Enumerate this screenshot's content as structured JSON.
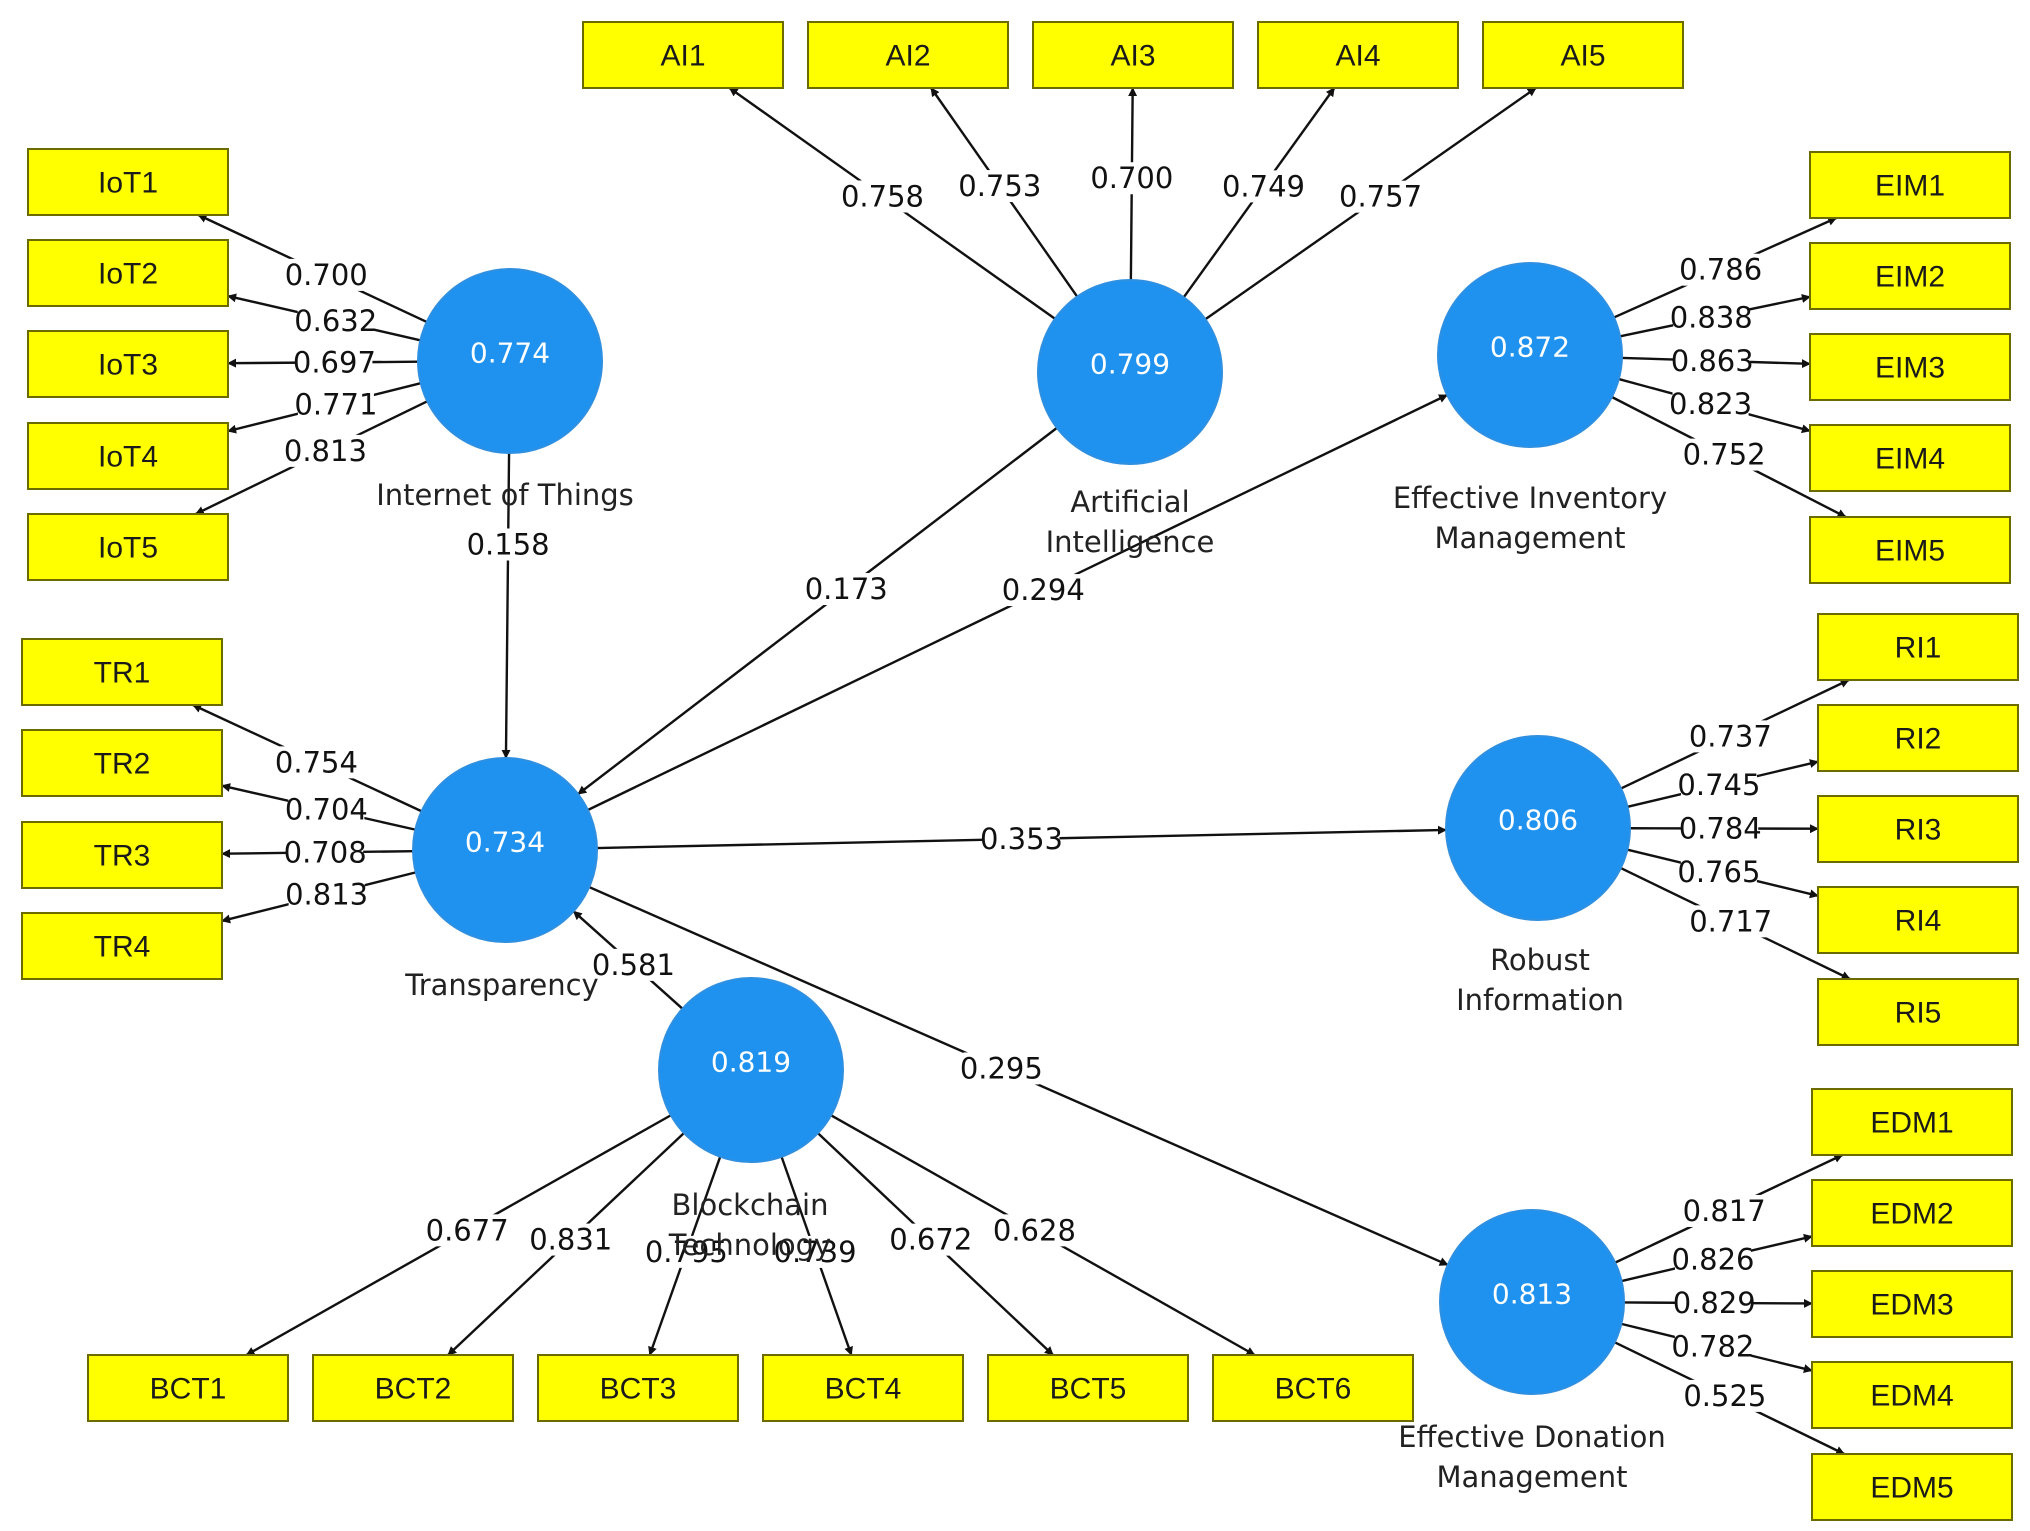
{
  "latents": [
    {
      "id": "IoT",
      "name": [
        "Internet of Things"
      ],
      "value": "0.774"
    },
    {
      "id": "AI",
      "name": [
        "Artificial",
        "Intelligence"
      ],
      "value": "0.799"
    },
    {
      "id": "EIM",
      "name": [
        "Effective Inventory",
        "Management"
      ],
      "value": "0.872"
    },
    {
      "id": "TR",
      "name": [
        "Transparency"
      ],
      "value": "0.734"
    },
    {
      "id": "RI",
      "name": [
        "Robust",
        "Information"
      ],
      "value": "0.806"
    },
    {
      "id": "BCT",
      "name": [
        "Blockchain",
        "Technology"
      ],
      "value": "0.819"
    },
    {
      "id": "EDM",
      "name": [
        "Effective Donation",
        "Management"
      ],
      "value": "0.813"
    }
  ],
  "indicators": [
    {
      "id": "AI1",
      "label": "AI1",
      "latent": "AI",
      "loading": "0.758"
    },
    {
      "id": "AI2",
      "label": "AI2",
      "latent": "AI",
      "loading": "0.753"
    },
    {
      "id": "AI3",
      "label": "AI3",
      "latent": "AI",
      "loading": "0.700"
    },
    {
      "id": "AI4",
      "label": "AI4",
      "latent": "AI",
      "loading": "0.749"
    },
    {
      "id": "AI5",
      "label": "AI5",
      "latent": "AI",
      "loading": "0.757"
    },
    {
      "id": "IoT1",
      "label": "IoT1",
      "latent": "IoT",
      "loading": "0.700"
    },
    {
      "id": "IoT2",
      "label": "IoT2",
      "latent": "IoT",
      "loading": "0.632"
    },
    {
      "id": "IoT3",
      "label": "IoT3",
      "latent": "IoT",
      "loading": "0.697"
    },
    {
      "id": "IoT4",
      "label": "IoT4",
      "latent": "IoT",
      "loading": "0.771"
    },
    {
      "id": "IoT5",
      "label": "IoT5",
      "latent": "IoT",
      "loading": "0.813"
    },
    {
      "id": "EIM1",
      "label": "EIM1",
      "latent": "EIM",
      "loading": "0.786"
    },
    {
      "id": "EIM2",
      "label": "EIM2",
      "latent": "EIM",
      "loading": "0.838"
    },
    {
      "id": "EIM3",
      "label": "EIM3",
      "latent": "EIM",
      "loading": "0.863"
    },
    {
      "id": "EIM4",
      "label": "EIM4",
      "latent": "EIM",
      "loading": "0.823"
    },
    {
      "id": "EIM5",
      "label": "EIM5",
      "latent": "EIM",
      "loading": "0.752"
    },
    {
      "id": "TR1",
      "label": "TR1",
      "latent": "TR",
      "loading": "0.754"
    },
    {
      "id": "TR2",
      "label": "TR2",
      "latent": "TR",
      "loading": "0.704"
    },
    {
      "id": "TR3",
      "label": "TR3",
      "latent": "TR",
      "loading": "0.708"
    },
    {
      "id": "TR4",
      "label": "TR4",
      "latent": "TR",
      "loading": "0.813"
    },
    {
      "id": "RI1",
      "label": "RI1",
      "latent": "RI",
      "loading": "0.737"
    },
    {
      "id": "RI2",
      "label": "RI2",
      "latent": "RI",
      "loading": "0.745"
    },
    {
      "id": "RI3",
      "label": "RI3",
      "latent": "RI",
      "loading": "0.784"
    },
    {
      "id": "RI4",
      "label": "RI4",
      "latent": "RI",
      "loading": "0.765"
    },
    {
      "id": "RI5",
      "label": "RI5",
      "latent": "RI",
      "loading": "0.717"
    },
    {
      "id": "EDM1",
      "label": "EDM1",
      "latent": "EDM",
      "loading": "0.817"
    },
    {
      "id": "EDM2",
      "label": "EDM2",
      "latent": "EDM",
      "loading": "0.826"
    },
    {
      "id": "EDM3",
      "label": "EDM3",
      "latent": "EDM",
      "loading": "0.829"
    },
    {
      "id": "EDM4",
      "label": "EDM4",
      "latent": "EDM",
      "loading": "0.782"
    },
    {
      "id": "EDM5",
      "label": "EDM5",
      "latent": "EDM",
      "loading": "0.525"
    },
    {
      "id": "BCT1",
      "label": "BCT1",
      "latent": "BCT",
      "loading": "0.677"
    },
    {
      "id": "BCT2",
      "label": "BCT2",
      "latent": "BCT",
      "loading": "0.831"
    },
    {
      "id": "BCT3",
      "label": "BCT3",
      "latent": "BCT",
      "loading": "0.795"
    },
    {
      "id": "BCT4",
      "label": "BCT4",
      "latent": "BCT",
      "loading": "0.739"
    },
    {
      "id": "BCT5",
      "label": "BCT5",
      "latent": "BCT",
      "loading": "0.672"
    },
    {
      "id": "BCT6",
      "label": "BCT6",
      "latent": "BCT",
      "loading": "0.628"
    }
  ],
  "paths": [
    {
      "from": "IoT",
      "to": "TR",
      "coef": "0.158"
    },
    {
      "from": "AI",
      "to": "TR",
      "coef": "0.173"
    },
    {
      "from": "TR",
      "to": "EIM",
      "coef": "0.294"
    },
    {
      "from": "TR",
      "to": "RI",
      "coef": "0.353"
    },
    {
      "from": "BCT",
      "to": "TR",
      "coef": "0.581"
    },
    {
      "from": "TR",
      "to": "EDM",
      "coef": "0.295"
    }
  ]
}
